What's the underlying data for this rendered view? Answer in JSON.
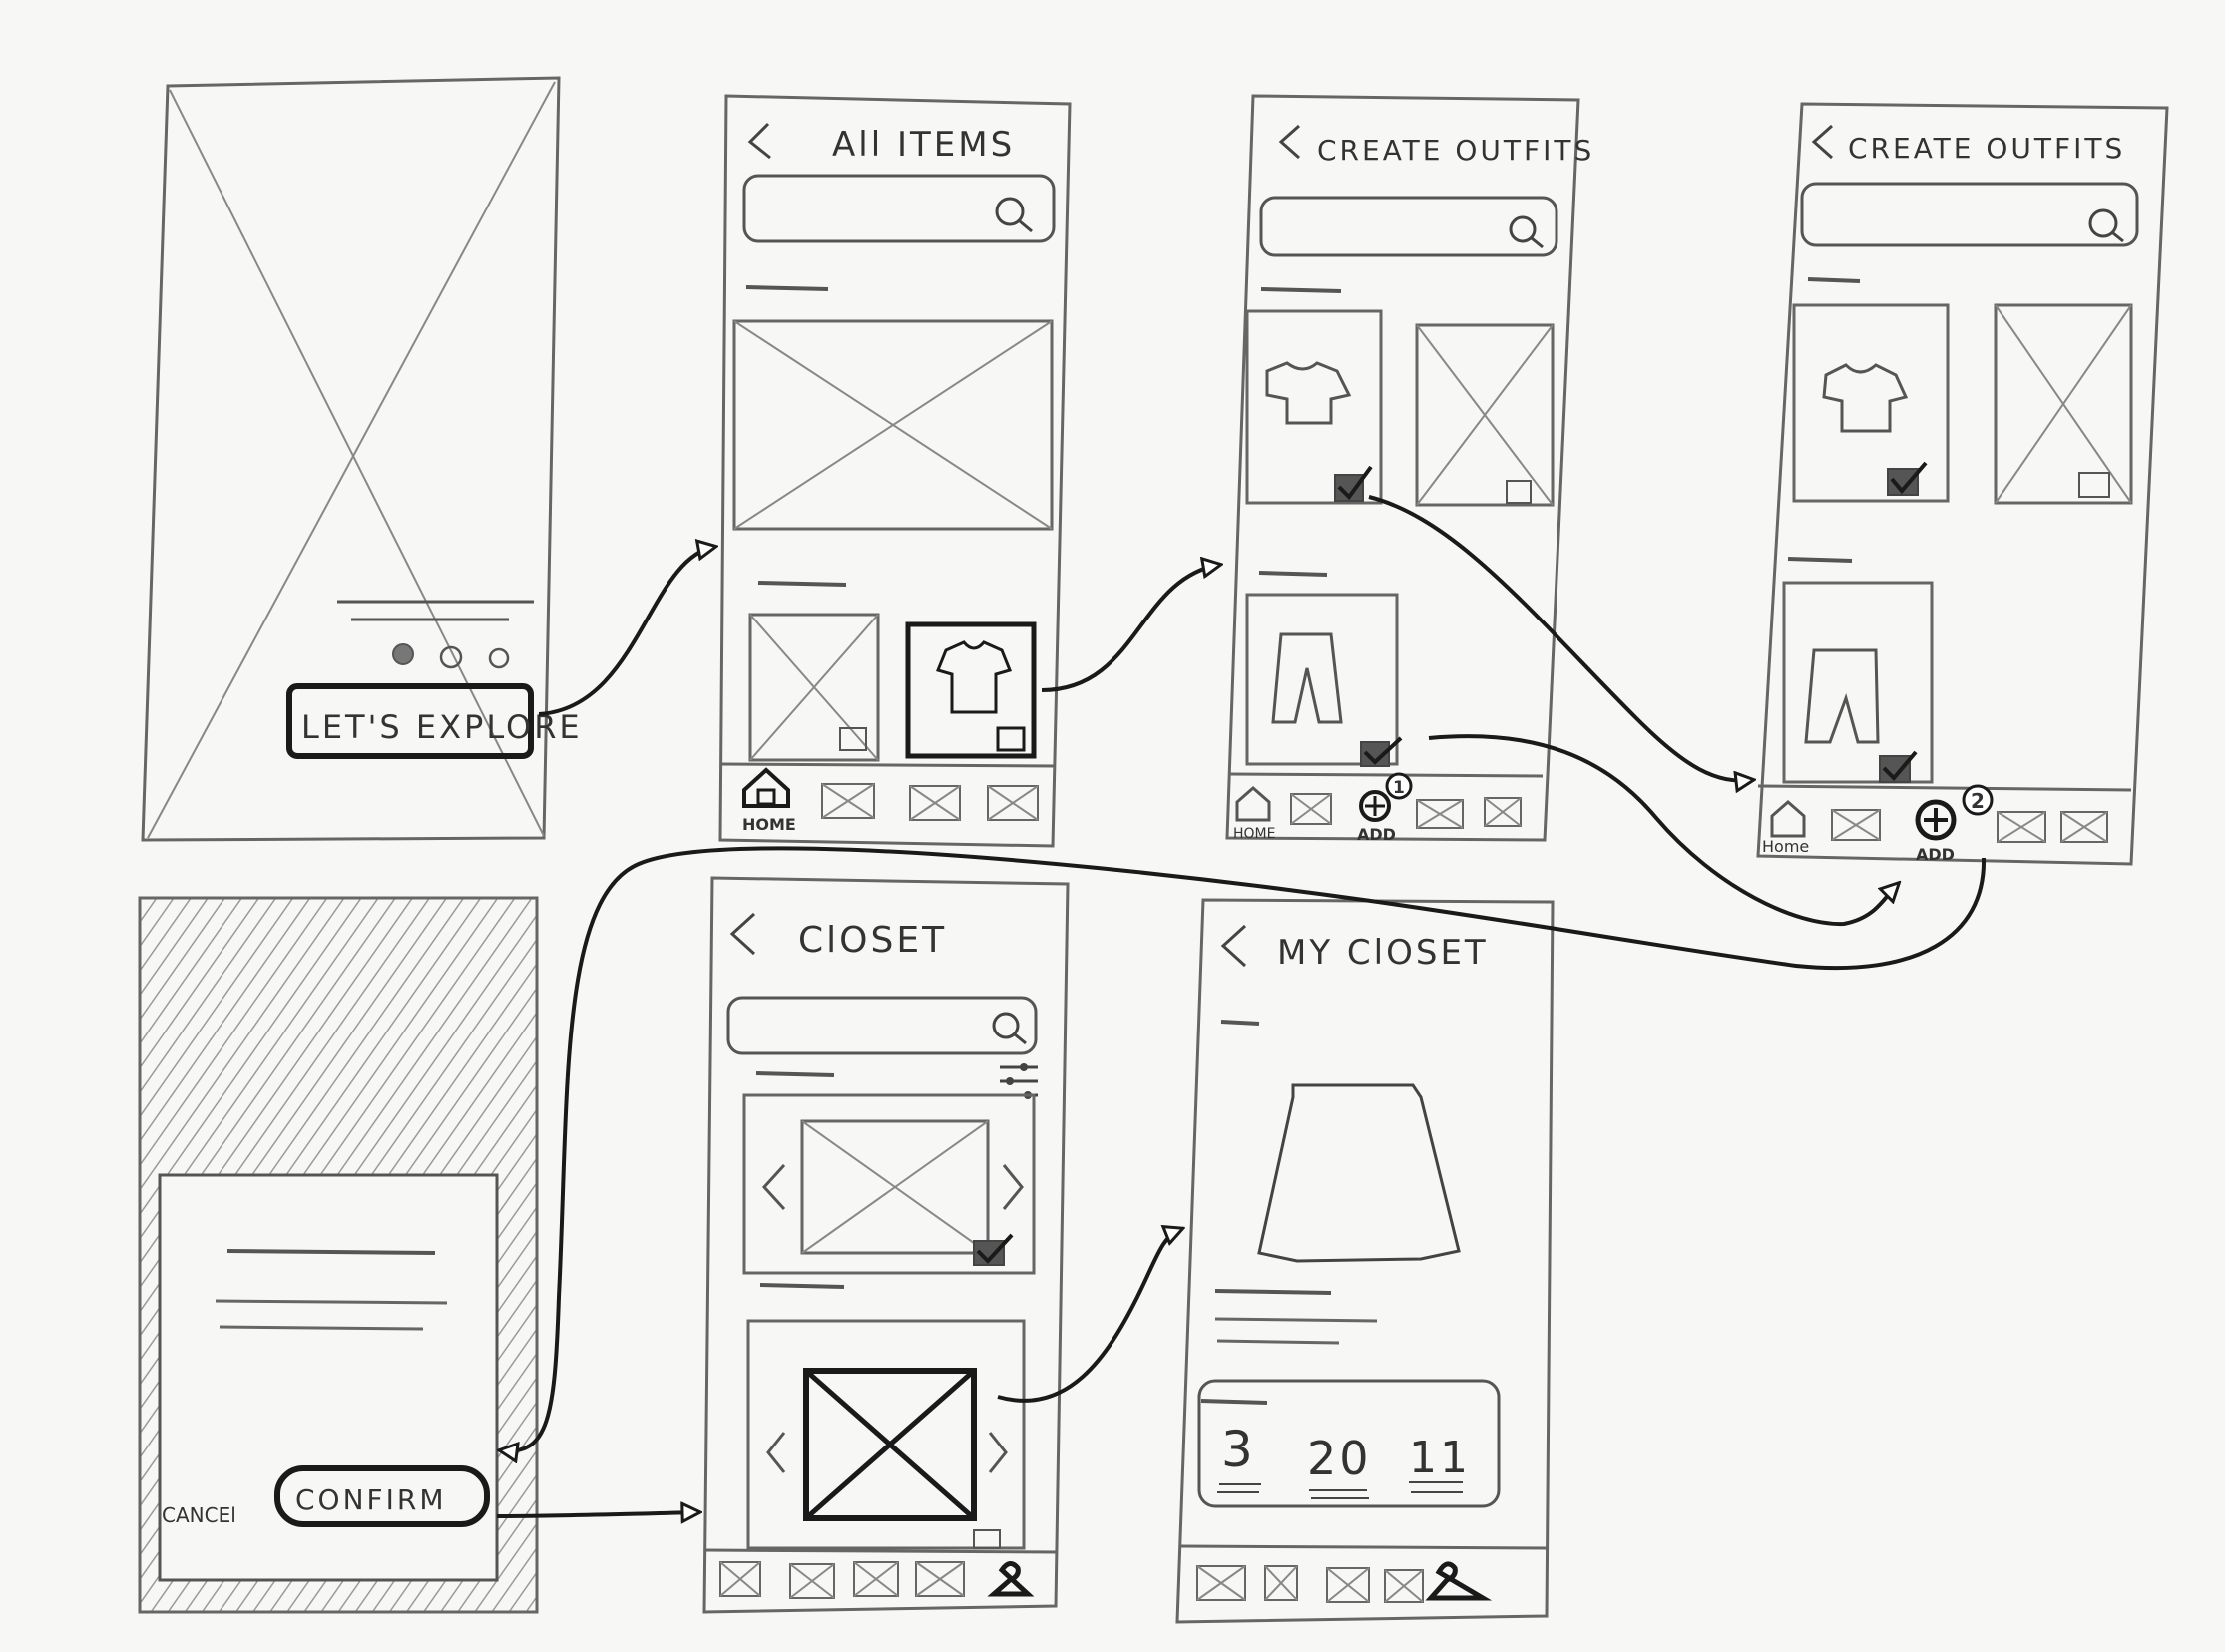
{
  "screens": {
    "splash": {
      "button": "LET'S EXPLORE",
      "dots": 3
    },
    "all_items": {
      "title": "All ITEMS",
      "nav_home": "HOME"
    },
    "create_outfits_1": {
      "title": "CREATE OUTFITS",
      "nav_home": "HOME",
      "nav_add": "ADD",
      "add_badge": "1"
    },
    "create_outfits_2": {
      "title": "CREATE OUTFITS",
      "nav_home": "Home",
      "nav_add": "ADD",
      "add_badge": "2"
    },
    "confirm_dialog": {
      "cancel": "CANCEl",
      "confirm": "CONFIRM"
    },
    "closet": {
      "title": "ClOSET"
    },
    "my_closet": {
      "title": "MY ClOSET",
      "date_day": "3",
      "date_month": "20",
      "date_year": "11"
    }
  },
  "colors": {
    "paper": "#f7f7f5",
    "pencil": "#555555",
    "ink": "#1a1a1a",
    "check_fill": "#555555",
    "overlay_hatch": "#9a9a9a"
  },
  "icons": [
    "search-icon",
    "back-chevron-icon",
    "home-icon",
    "placeholder-image-icon",
    "checkbox-icon",
    "tshirt-icon",
    "pants-icon",
    "skirt-icon",
    "filter-icon",
    "add-icon"
  ]
}
